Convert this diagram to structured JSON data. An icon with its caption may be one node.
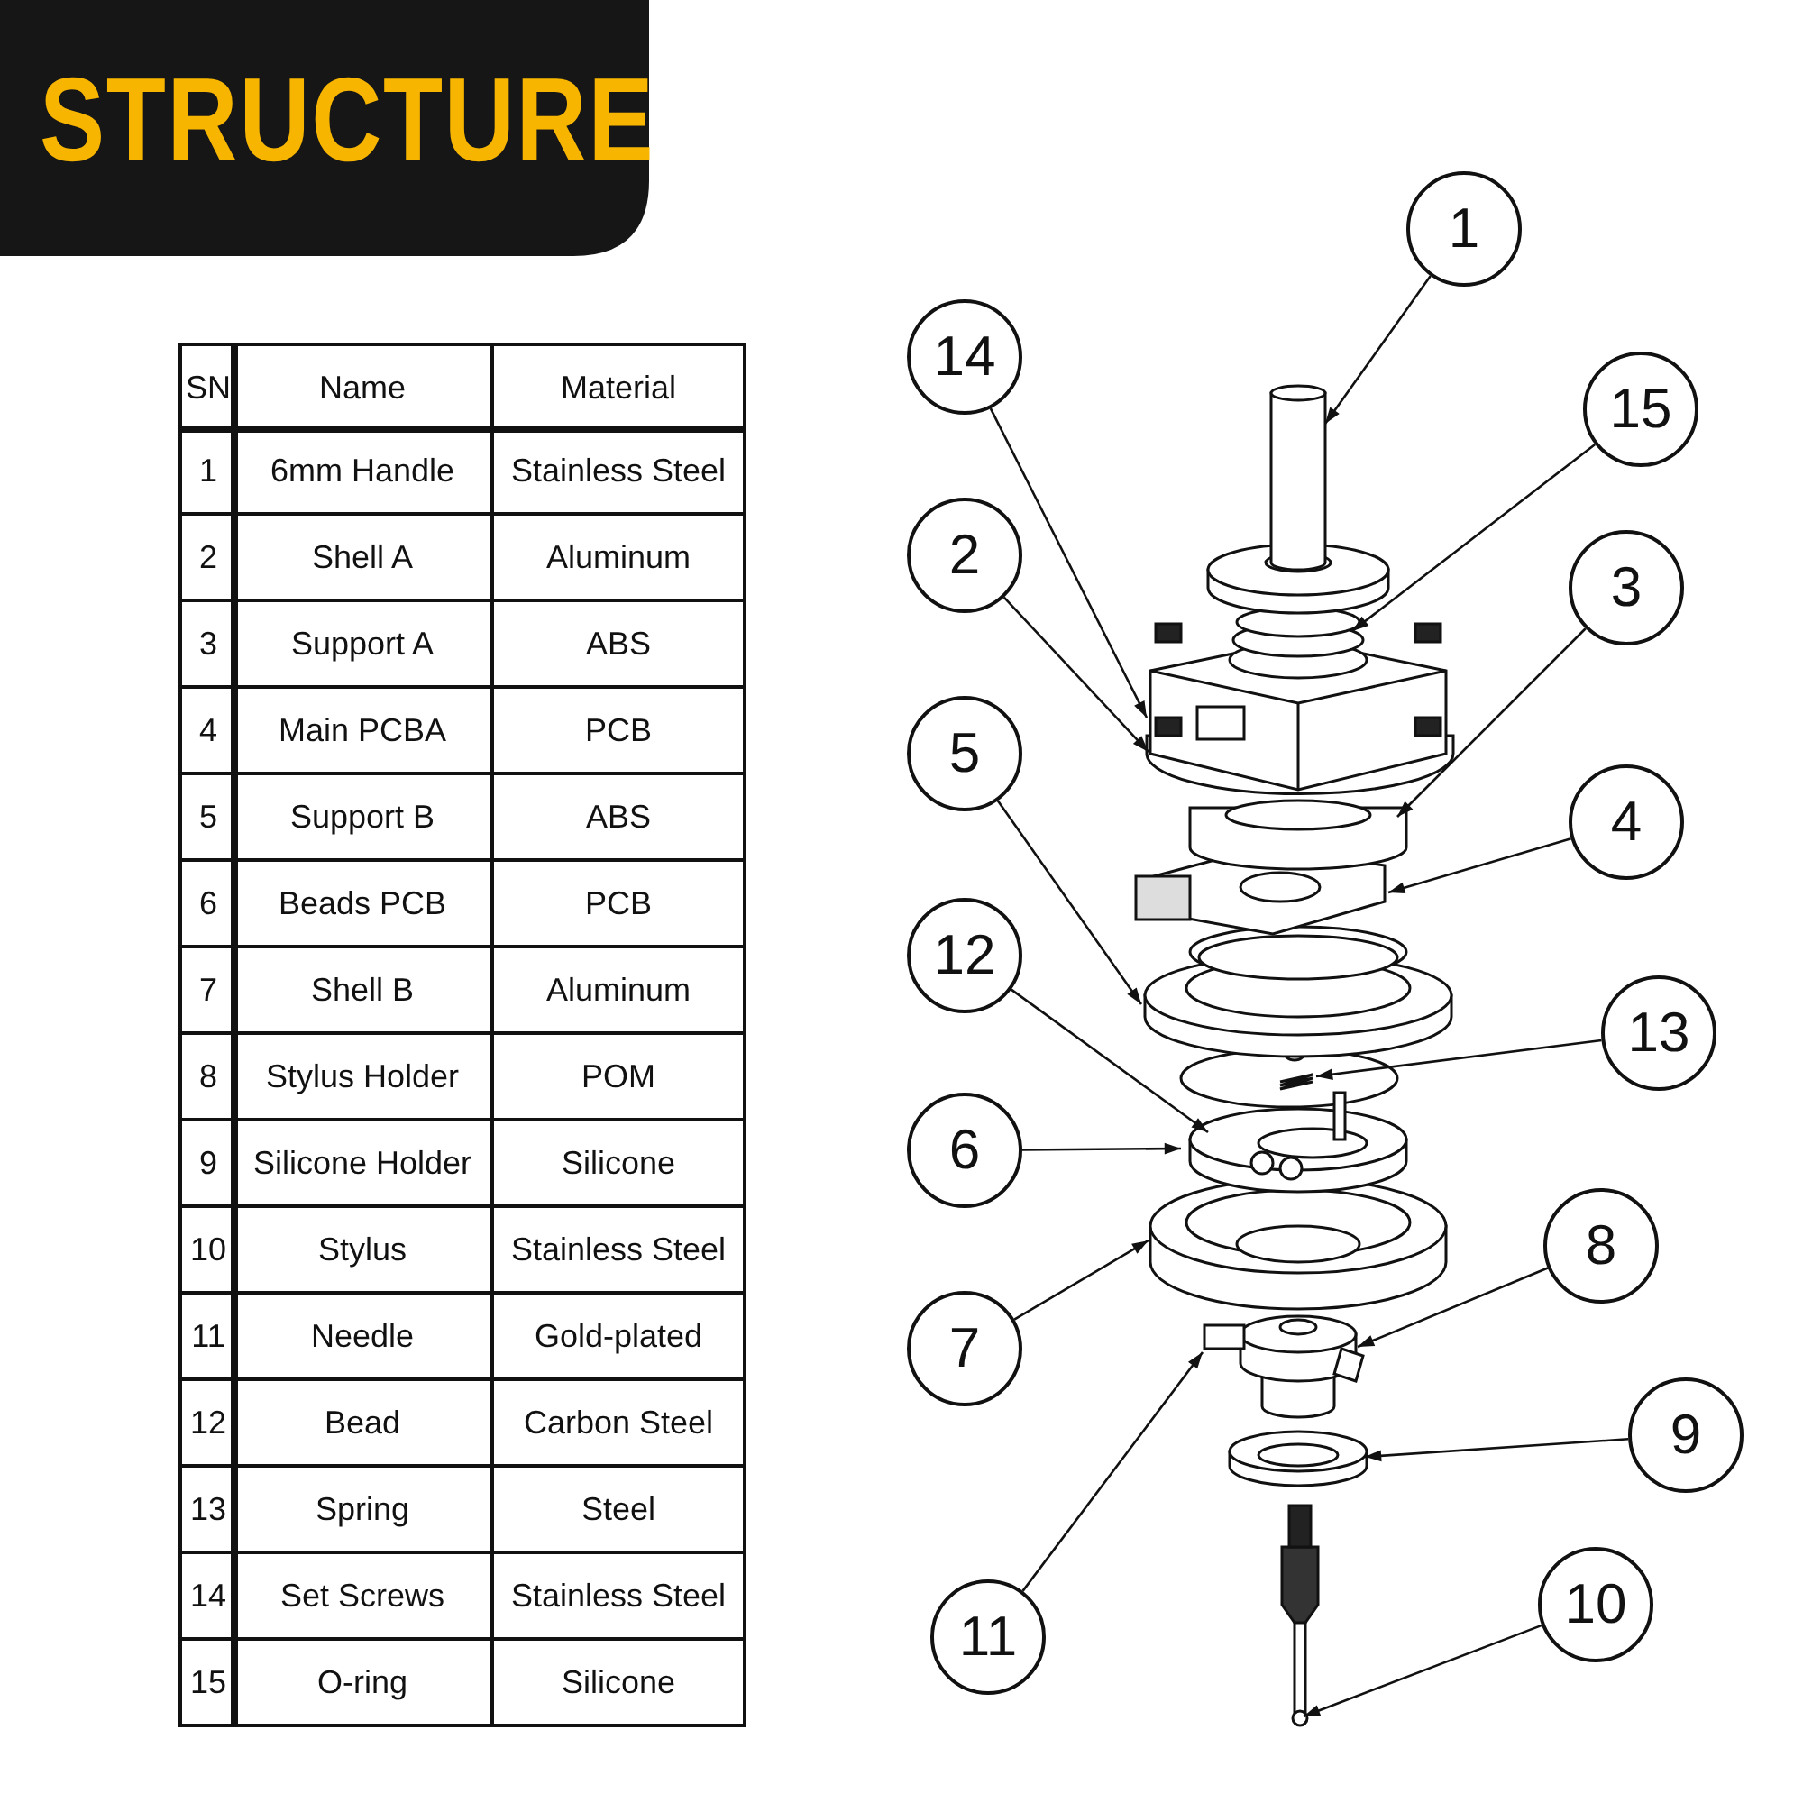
{
  "diagram": {
    "title": "STRUCTURE",
    "nodes": [
      {
        "text": [
          "1"
        ]
      },
      {
        "text": [
          "14"
        ]
      },
      {
        "text": [
          "15"
        ]
      },
      {
        "text": [
          "2"
        ]
      },
      {
        "text": [
          "3"
        ]
      },
      {
        "text": [
          "5"
        ]
      },
      {
        "text": [
          "4"
        ]
      },
      {
        "text": [
          "12"
        ]
      },
      {
        "text": [
          "13"
        ]
      },
      {
        "text": [
          "6"
        ]
      },
      {
        "text": [
          "8"
        ]
      },
      {
        "text": [
          "7"
        ]
      },
      {
        "text": [
          "9"
        ]
      },
      {
        "text": [
          "10"
        ]
      },
      {
        "text": [
          "11"
        ]
      }
    ],
    "edges": [
      {
        "from": 0,
        "to": null,
        "arrow": "to"
      },
      {
        "from": 1,
        "to": null,
        "arrow": "to"
      },
      {
        "from": 2,
        "to": null,
        "arrow": "to"
      },
      {
        "from": 3,
        "to": null,
        "arrow": "to"
      },
      {
        "from": 4,
        "to": null,
        "arrow": "to"
      },
      {
        "from": 5,
        "to": null,
        "arrow": "to"
      },
      {
        "from": 6,
        "to": null,
        "arrow": "to"
      },
      {
        "from": 7,
        "to": null,
        "arrow": "to"
      },
      {
        "from": 8,
        "to": null,
        "arrow": "to"
      },
      {
        "from": 9,
        "to": null,
        "arrow": "to"
      },
      {
        "from": 10,
        "to": null,
        "arrow": "to"
      },
      {
        "from": 11,
        "to": null,
        "arrow": "to"
      },
      {
        "from": 12,
        "to": null,
        "arrow": "to"
      },
      {
        "from": 13,
        "to": null,
        "arrow": "to"
      },
      {
        "from": 14,
        "to": null,
        "arrow": "to"
      }
    ],
    "labels": [
      "SN",
      "Name",
      "Material",
      "1",
      "6mm Handle",
      "Stainless Steel",
      "2",
      "Shell A",
      "Aluminum",
      "3",
      "Support A",
      "ABS",
      "4",
      "Main PCBA",
      "PCB",
      "5",
      "Support B",
      "ABS",
      "6",
      "Beads PCB",
      "PCB",
      "7",
      "Shell B",
      "Aluminum",
      "8",
      "Stylus Holder",
      "POM",
      "9",
      "Silicone Holder",
      "Silicone",
      "10",
      "Stylus",
      "Stainless Steel",
      "11",
      "Needle",
      "Gold-plated",
      "12",
      "Bead",
      "Carbon Steel",
      "13",
      "Spring",
      "Steel",
      "14",
      "Set Screws",
      "Stainless Steel",
      "15",
      "O-ring",
      "Silicone"
    ]
  }
}
